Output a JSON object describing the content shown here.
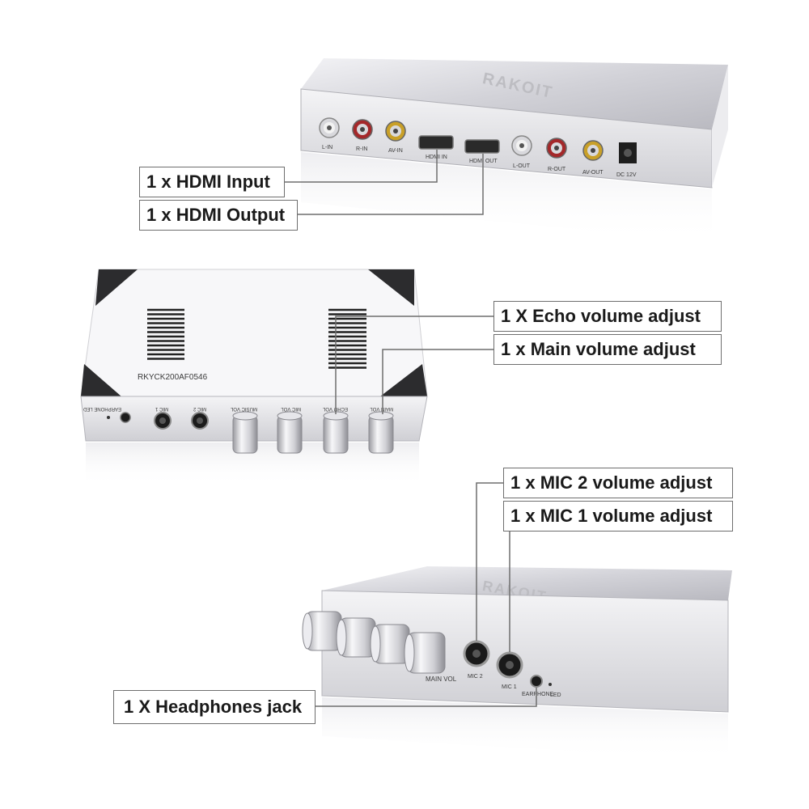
{
  "callouts": {
    "hdmi_input": "1 x HDMI Input",
    "hdmi_output": "1 x HDMI Output",
    "echo_volume": "1 X Echo volume adjust",
    "main_volume": "1 x Main volume adjust",
    "mic2_volume": "1 x MIC 2 volume adjust",
    "mic1_volume": "1 x MIC 1 volume adjust",
    "headphones": "1 X Headphones jack"
  },
  "device_top": {
    "brand": "RAKOIT",
    "ports": [
      "L-IN",
      "R-IN",
      "AV-IN",
      "HDMI IN",
      "HDMI OUT",
      "L-OUT",
      "R-OUT",
      "AV-OUT",
      "DC 12V"
    ]
  },
  "device_middle": {
    "serial": "RKYCK200AF0546",
    "jack_labels": [
      "EARPHONE LED",
      "MIC 1",
      "MIC 2"
    ],
    "knob_labels": [
      "MUSIC VOL",
      "MIC VOL",
      "ECHO VOL",
      "MAIN VOL"
    ]
  },
  "device_bottom": {
    "brand": "RAKOIT",
    "knob_labels": [
      "",
      "",
      "",
      "MAIN VOL"
    ],
    "jack_labels": [
      "MIC 2",
      "MIC 1",
      "EARPHONE",
      "LED"
    ]
  },
  "colors": {
    "body_silver": "#d9d9de",
    "panel_silver": "#c4c4ca",
    "callout_border": "#6e6e6e",
    "leader_line": "#6e6e6e"
  }
}
